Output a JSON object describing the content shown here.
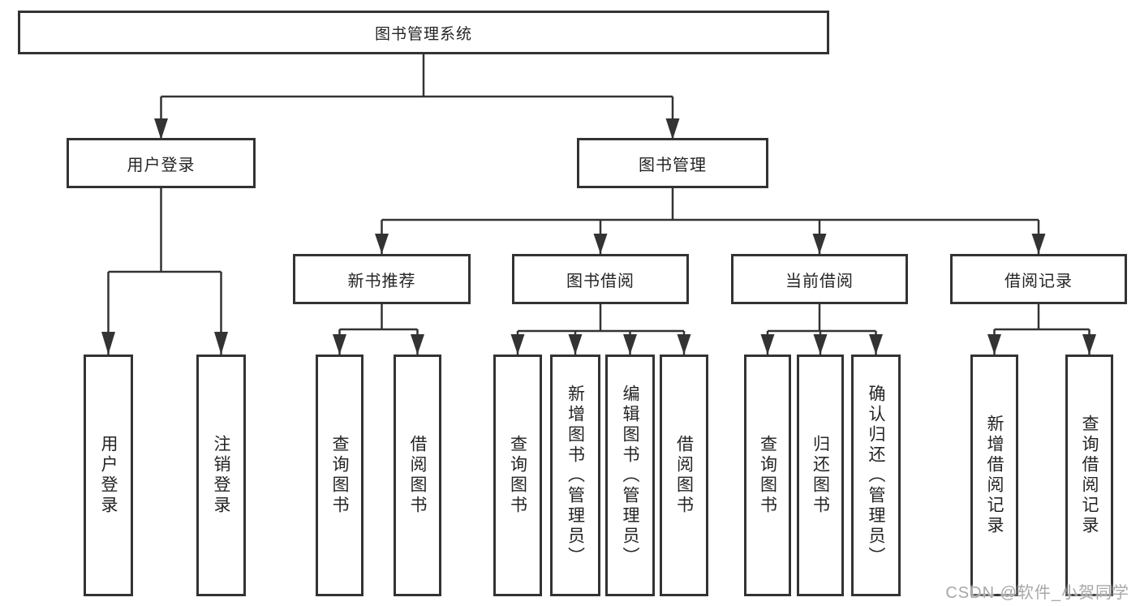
{
  "diagram": {
    "type": "hierarchy",
    "nodes": {
      "root": {
        "label": "图书管理系统"
      },
      "user_login": {
        "label": "用户登录"
      },
      "book_mgmt": {
        "label": "图书管理"
      },
      "new_books": {
        "label": "新书推荐"
      },
      "book_borrow": {
        "label": "图书借阅"
      },
      "current_borrow": {
        "label": "当前借阅"
      },
      "borrow_records": {
        "label": "借阅记录"
      },
      "leaf_user_login": {
        "label": "用户登录"
      },
      "leaf_logout": {
        "label": "注销登录"
      },
      "leaf_nb_query": {
        "label": "查询图书"
      },
      "leaf_nb_borrow": {
        "label": "借阅图书"
      },
      "leaf_bb_query": {
        "label": "查询图书"
      },
      "leaf_bb_add": {
        "label": "新增图书（管理员）"
      },
      "leaf_bb_edit": {
        "label": "编辑图书（管理员）"
      },
      "leaf_bb_borrow": {
        "label": "借阅图书"
      },
      "leaf_cb_query": {
        "label": "查询图书"
      },
      "leaf_cb_return": {
        "label": "归还图书"
      },
      "leaf_cb_confirm": {
        "label": "确认归还（管理员）"
      },
      "leaf_br_add": {
        "label": "新增借阅记录"
      },
      "leaf_br_query": {
        "label": "查询借阅记录"
      }
    },
    "hierarchy": {
      "图书管理系统": [
        "用户登录",
        "图书管理"
      ],
      "用户登录": [
        "用户登录",
        "注销登录"
      ],
      "图书管理": [
        "新书推荐",
        "图书借阅",
        "当前借阅",
        "借阅记录"
      ],
      "新书推荐": [
        "查询图书",
        "借阅图书"
      ],
      "图书借阅": [
        "查询图书",
        "新增图书（管理员）",
        "编辑图书（管理员）",
        "借阅图书"
      ],
      "当前借阅": [
        "查询图书",
        "归还图书",
        "确认归还（管理员）"
      ],
      "借阅记录": [
        "新增借阅记录",
        "查询借阅记录"
      ]
    },
    "colors": {
      "line": "#333333",
      "box_border": "#333333",
      "text": "#242424",
      "background": "#ffffff",
      "watermark": "#a8a8a8"
    }
  },
  "watermark": {
    "text": "CSDN @软件_小贺同学"
  }
}
